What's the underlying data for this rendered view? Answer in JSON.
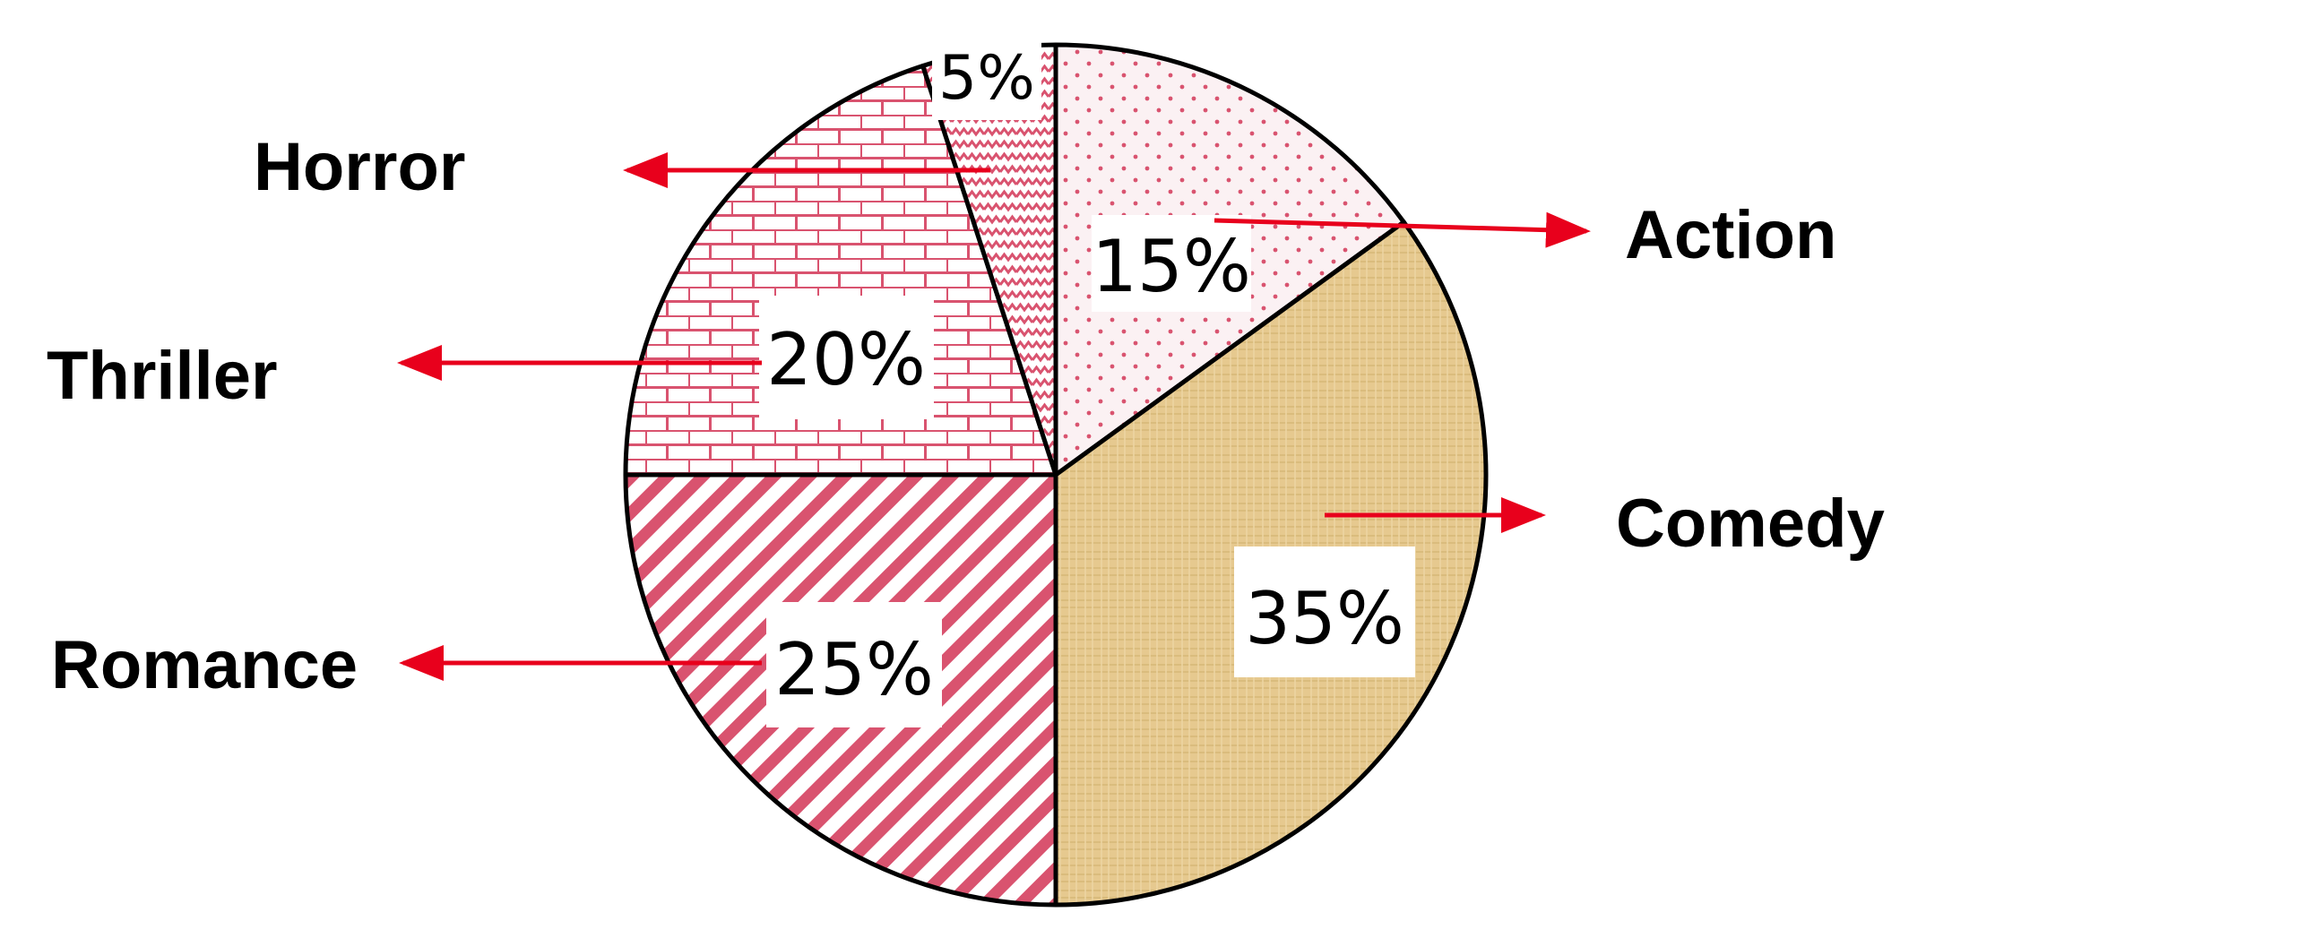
{
  "chart_data": {
    "type": "pie",
    "title": "",
    "start": "top",
    "direction": "clockwise",
    "categories": [
      "Action",
      "Comedy",
      "Romance",
      "Thriller",
      "Horror"
    ],
    "values": [
      15,
      35,
      25,
      20,
      5
    ],
    "value_labels": [
      "15%",
      "35%",
      "25%",
      "20%",
      "5%"
    ],
    "fills": [
      "dots",
      "parchment",
      "diagonal-stripes",
      "bricks",
      "zigzag"
    ],
    "colors": {
      "pattern_pink": "#d9536f",
      "parchment": "#e6c98f",
      "parchment_dark": "#c9a660",
      "outline": "#000000",
      "arrow": "#e8001c"
    }
  }
}
